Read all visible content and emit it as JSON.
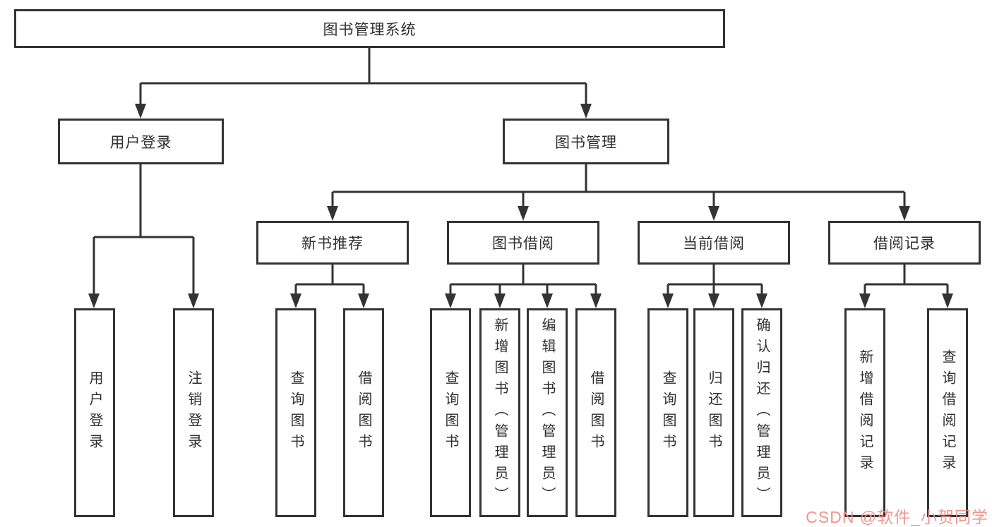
{
  "diagram": {
    "root": {
      "label": "图书管理系统"
    },
    "branches": [
      {
        "label": "用户登录",
        "children": [
          {
            "label": "用户登录"
          },
          {
            "label": "注销登录"
          }
        ]
      },
      {
        "label": "图书管理",
        "children": [
          {
            "label": "新书推荐",
            "children": [
              {
                "label": "查询图书"
              },
              {
                "label": "借阅图书"
              }
            ]
          },
          {
            "label": "图书借阅",
            "children": [
              {
                "label": "查询图书"
              },
              {
                "label": "新增图书（管理员）"
              },
              {
                "label": "编辑图书（管理员）"
              },
              {
                "label": "借阅图书"
              }
            ]
          },
          {
            "label": "当前借阅",
            "children": [
              {
                "label": "查询图书"
              },
              {
                "label": "归还图书"
              },
              {
                "label": "确认归还（管理员）"
              }
            ]
          },
          {
            "label": "借阅记录",
            "children": [
              {
                "label": "新增借阅记录"
              },
              {
                "label": "查询借阅记录"
              }
            ]
          }
        ]
      }
    ],
    "watermark": "CSDN @软件_小贺同学",
    "colors": {
      "line": "#333333",
      "box_border": "#333333",
      "box_background": "#ffffff",
      "text": "#2f2f2f",
      "watermark": "#f0908a"
    }
  }
}
